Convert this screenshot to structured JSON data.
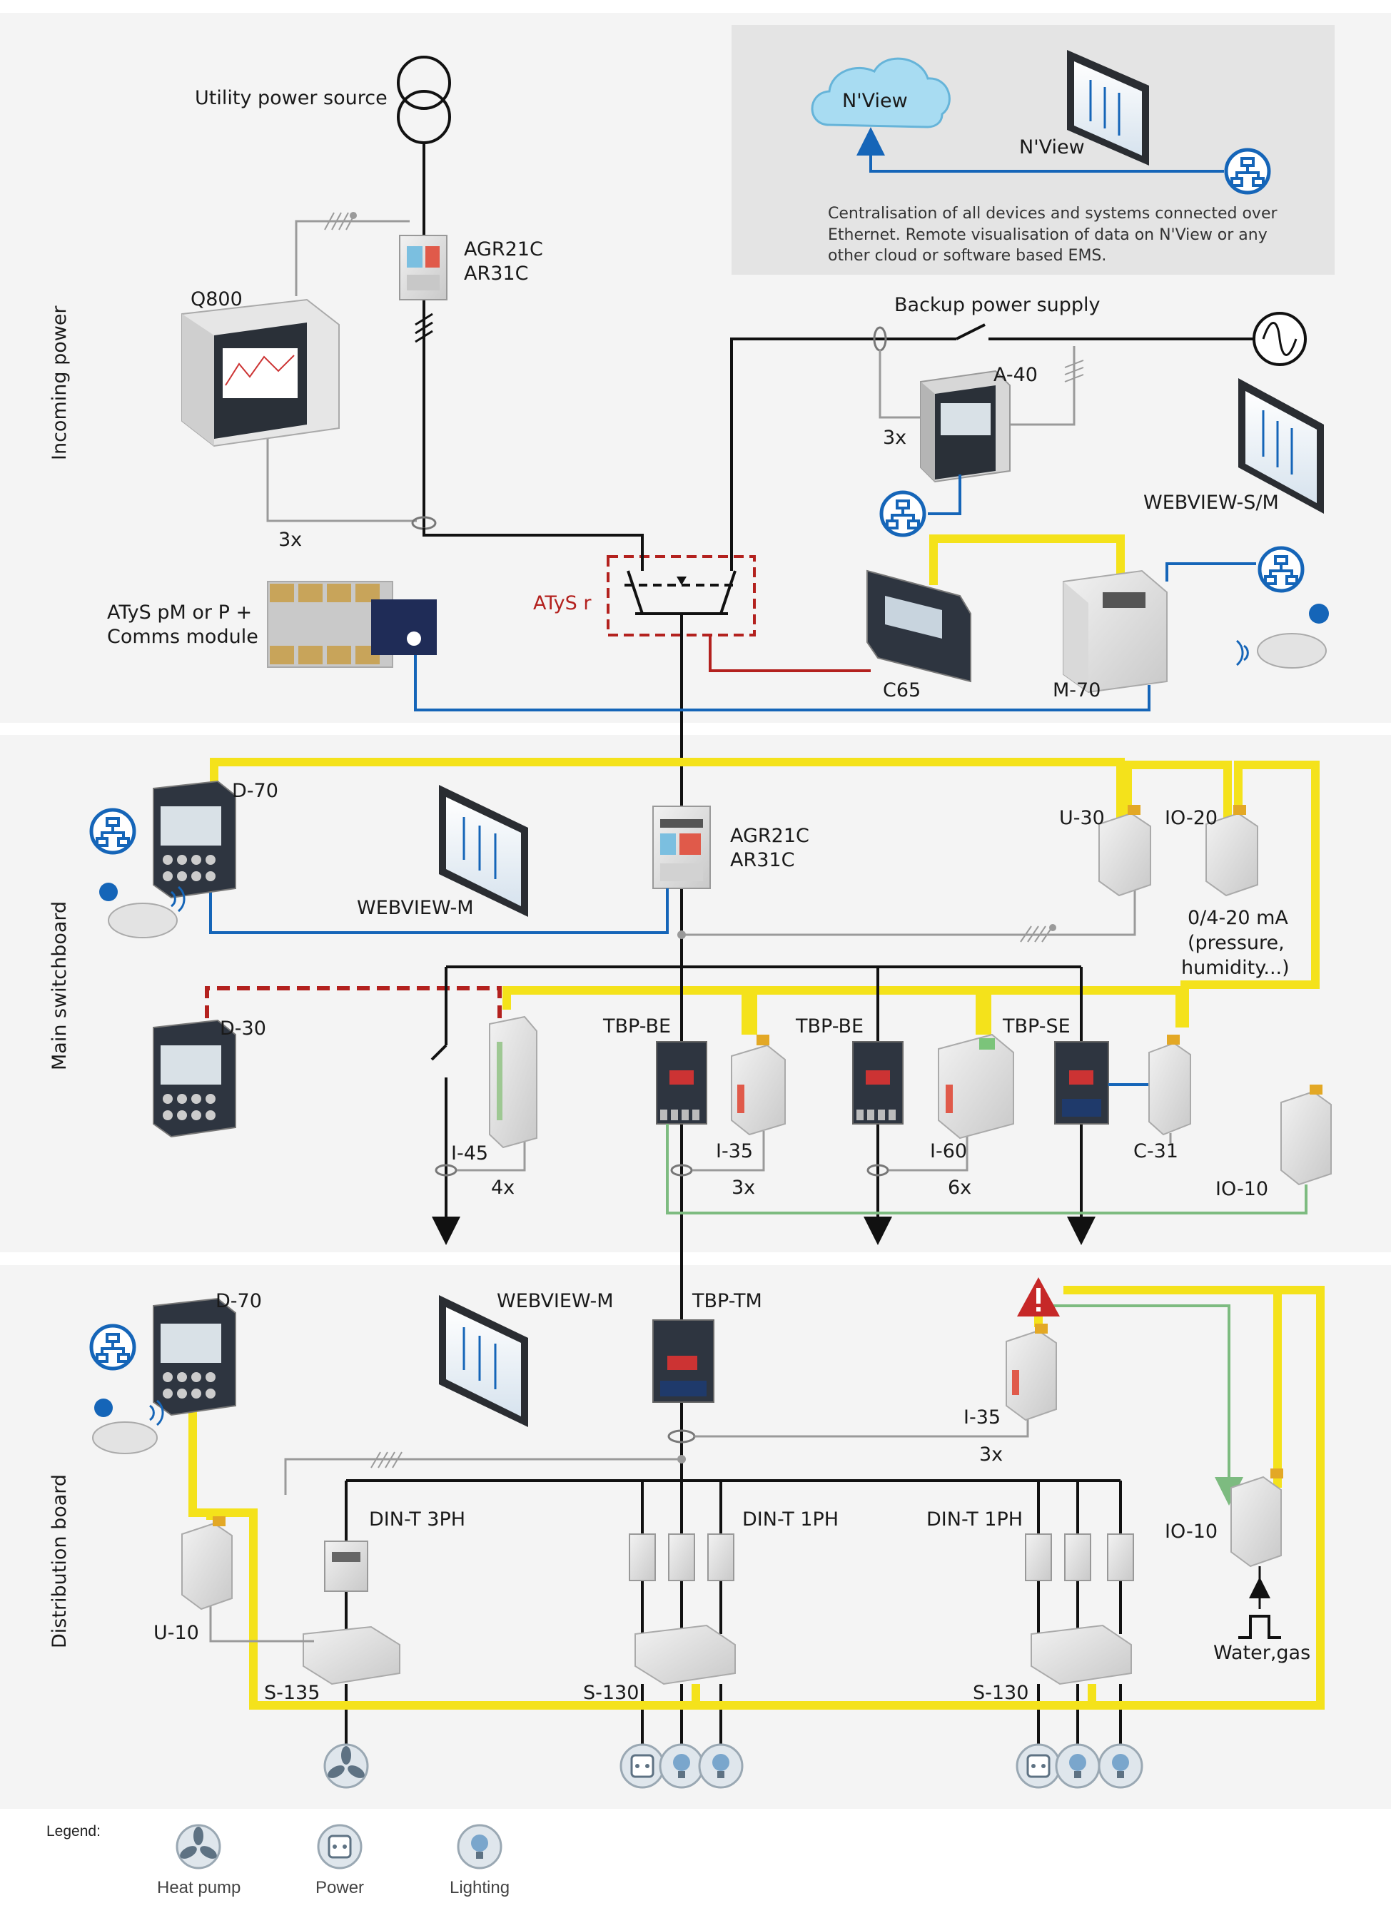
{
  "sections": {
    "incoming": "Incoming power",
    "main": "Main switchboard",
    "distribution": "Distribution board"
  },
  "labels": {
    "utility": "Utility power source",
    "agr_top_1": "AGR21C",
    "agr_top_2": "AR31C",
    "q800": "Q800",
    "q800_3x": "3x",
    "nview_cloud": "N'View",
    "nview_tablet": "N'View",
    "central_text": "Centralisation of all devices and systems connected over Ethernet. Remote visualisation of data on N'View or any other cloud or software based EMS.",
    "backup": "Backup power supply",
    "a40": "A-40",
    "a40_3x": "3x",
    "webview_sm": "WEBVIEW-S/M",
    "atys_pm_1": "ATyS pM or P +",
    "atys_pm_2": "Comms module",
    "atys_r": "ATyS r",
    "c65": "C65",
    "m70": "M-70",
    "d70_main": "D-70",
    "webview_m_main": "WEBVIEW-M",
    "agr_main_1": "AGR21C",
    "agr_main_2": "AR31C",
    "u30": "U-30",
    "io20": "IO-20",
    "io20_note_1": "0/4-20 mA",
    "io20_note_2": "(pressure,",
    "io20_note_3": "humidity...)",
    "d30": "D-30",
    "tbp_be_1": "TBP-BE",
    "tbp_be_2": "TBP-BE",
    "tbp_se": "TBP-SE",
    "i45": "I-45",
    "i45_4x": "4x",
    "i35_main": "I-35",
    "i35_main_3x": "3x",
    "i60": "I-60",
    "i60_6x": "6x",
    "c31": "C-31",
    "io10_main": "IO-10",
    "d70_dist": "D-70",
    "webview_m_dist": "WEBVIEW-M",
    "tbp_tm": "TBP-TM",
    "i35_dist": "I-35",
    "i35_dist_3x": "3x",
    "dint_3ph": "DIN-T 3PH",
    "dint_1ph_a": "DIN-T 1PH",
    "dint_1ph_b": "DIN-T 1PH",
    "io10_dist": "IO-10",
    "u10": "U-10",
    "s135": "S-135",
    "s130_a": "S-130",
    "s130_b": "S-130",
    "water_gas": "Water,gas"
  },
  "legend": {
    "title": "Legend:",
    "items": [
      {
        "label": "Heat pump",
        "icon": "fan-icon"
      },
      {
        "label": "Power",
        "icon": "socket-icon"
      },
      {
        "label": "Lighting",
        "icon": "bulb-icon"
      }
    ]
  },
  "colors": {
    "power_line": "#111111",
    "modbus_yellow": "#f4e21b",
    "ethernet_blue": "#1565b8",
    "atys_red": "#b3211e",
    "measure_gray": "#9a9a9a",
    "alarm_green": "#7dbb80",
    "panel_bg": "#f4f4f4",
    "nview_box": "#e6e6e6",
    "cloud": "#a8dcf2"
  }
}
